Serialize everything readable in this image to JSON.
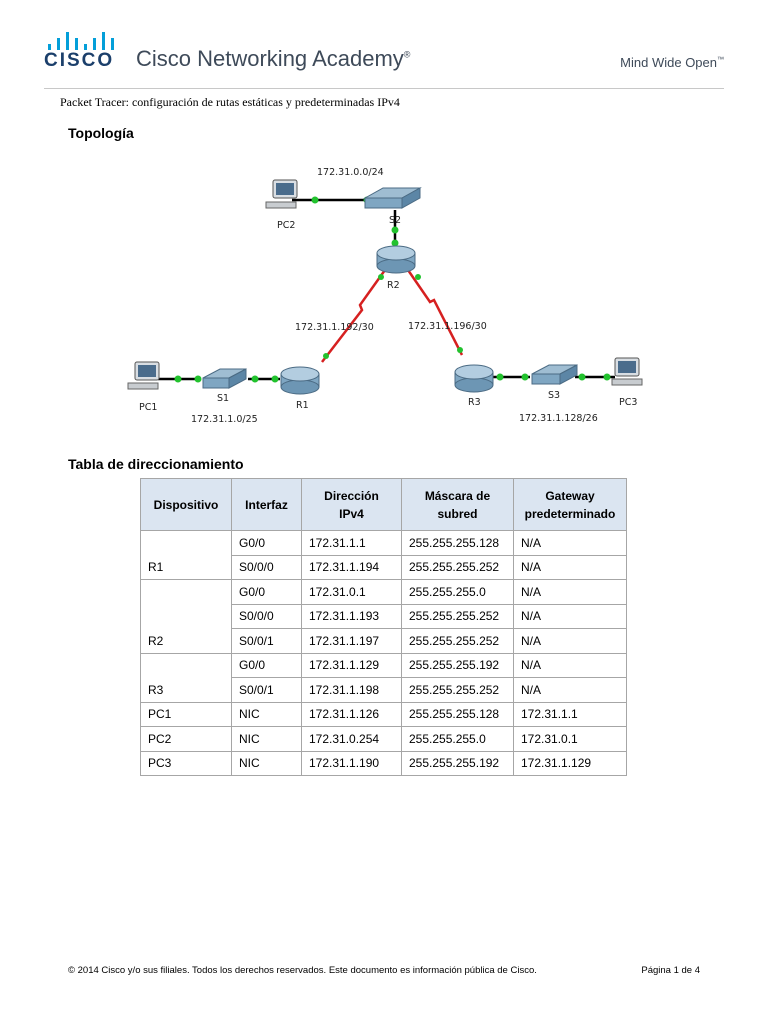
{
  "header": {
    "brand": "CISCO",
    "academy": "Cisco Networking Academy",
    "registered": "®",
    "tagline": "Mind Wide Open",
    "trademark": "™"
  },
  "document_title": "Packet Tracer: configuración de rutas estáticas y predeterminadas IPv4",
  "topology": {
    "heading": "Topología",
    "labels": {
      "net_top": "172.31.0.0/24",
      "pc2": "PC2",
      "s2": "S2",
      "r2": "R2",
      "link_r1_r2": "172.31.1.192/30",
      "link_r2_r3": "172.31.1.196/30",
      "pc1": "PC1",
      "s1": "S1",
      "r1": "R1",
      "net_left": "172.31.1.0/25",
      "r3": "R3",
      "s3": "S3",
      "pc3": "PC3",
      "net_right": "172.31.1.128/26"
    },
    "colors": {
      "ethernet": "#000000",
      "serial": "#d62020",
      "link_up": "#22c22e",
      "device": "#7fa6c2"
    }
  },
  "table": {
    "heading": "Tabla de direccionamiento",
    "columns": {
      "device": "Dispositivo",
      "interface": "Interfaz",
      "ip_1": "Dirección",
      "ip_2": "IPv4",
      "mask_1": "Máscara de",
      "mask_2": "subred",
      "gw_1": "Gateway",
      "gw_2": "predeterminado"
    },
    "rows": [
      {
        "device": "",
        "interface": "G0/0",
        "ip": "172.31.1.1",
        "mask": "255.255.255.128",
        "gateway": "N/A"
      },
      {
        "device": "R1",
        "interface": "S0/0/0",
        "ip": "172.31.1.194",
        "mask": "255.255.255.252",
        "gateway": "N/A"
      },
      {
        "device": "",
        "interface": "G0/0",
        "ip": "172.31.0.1",
        "mask": "255.255.255.0",
        "gateway": "N/A"
      },
      {
        "device": "",
        "interface": "S0/0/0",
        "ip": "172.31.1.193",
        "mask": "255.255.255.252",
        "gateway": "N/A"
      },
      {
        "device": "R2",
        "interface": "S0/0/1",
        "ip": "172.31.1.197",
        "mask": "255.255.255.252",
        "gateway": "N/A"
      },
      {
        "device": "",
        "interface": "G0/0",
        "ip": "172.31.1.129",
        "mask": "255.255.255.192",
        "gateway": "N/A"
      },
      {
        "device": "R3",
        "interface": "S0/0/1",
        "ip": "172.31.1.198",
        "mask": "255.255.255.252",
        "gateway": "N/A"
      },
      {
        "device": "PC1",
        "interface": "NIC",
        "ip": "172.31.1.126",
        "mask": "255.255.255.128",
        "gateway": "172.31.1.1"
      },
      {
        "device": "PC2",
        "interface": "NIC",
        "ip": "172.31.0.254",
        "mask": "255.255.255.0",
        "gateway": "172.31.0.1"
      },
      {
        "device": "PC3",
        "interface": "NIC",
        "ip": "172.31.1.190",
        "mask": "255.255.255.192",
        "gateway": "172.31.1.129"
      }
    ]
  },
  "footer": {
    "copyright": "© 2014 Cisco y/o sus filiales. Todos los derechos reservados. Este documento es información pública de Cisco.",
    "page": "Página 1 de 4"
  }
}
